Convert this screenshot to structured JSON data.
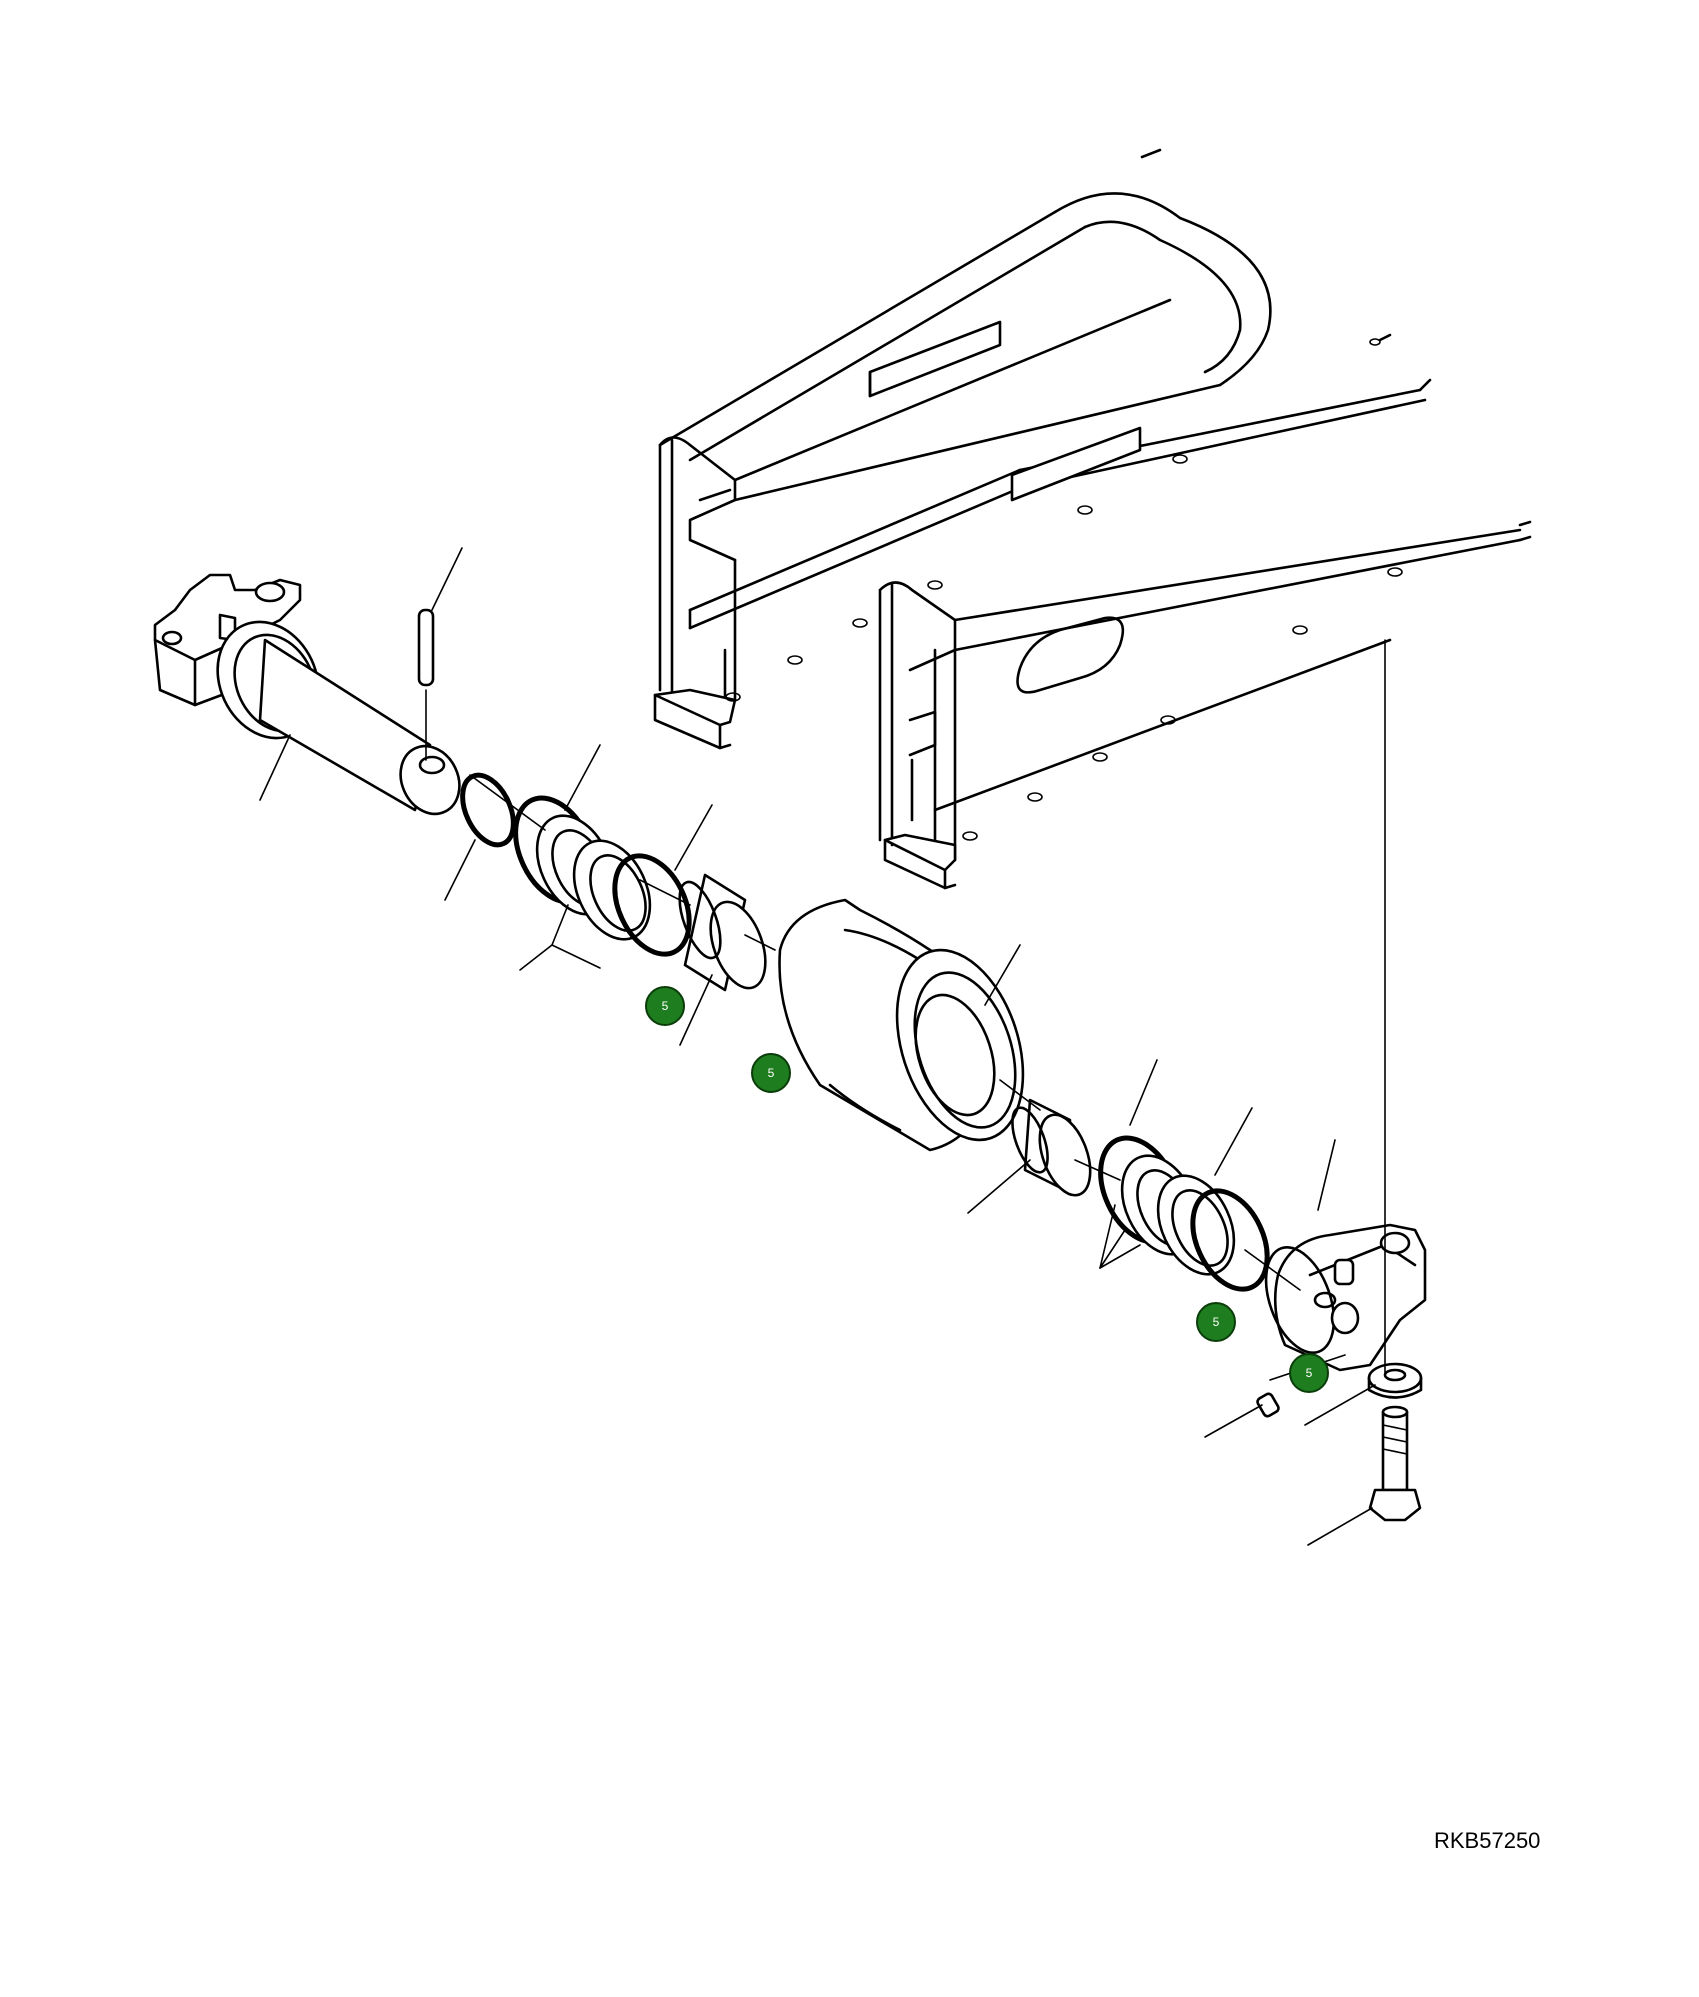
{
  "drawing": {
    "reference_code": "RKB57250",
    "callout_badges": [
      {
        "label": "5"
      },
      {
        "label": "5"
      },
      {
        "label": "5"
      },
      {
        "label": "5"
      }
    ],
    "colors": {
      "badge": "#1e7d1e",
      "line": "#000000",
      "background": "#ffffff"
    }
  }
}
